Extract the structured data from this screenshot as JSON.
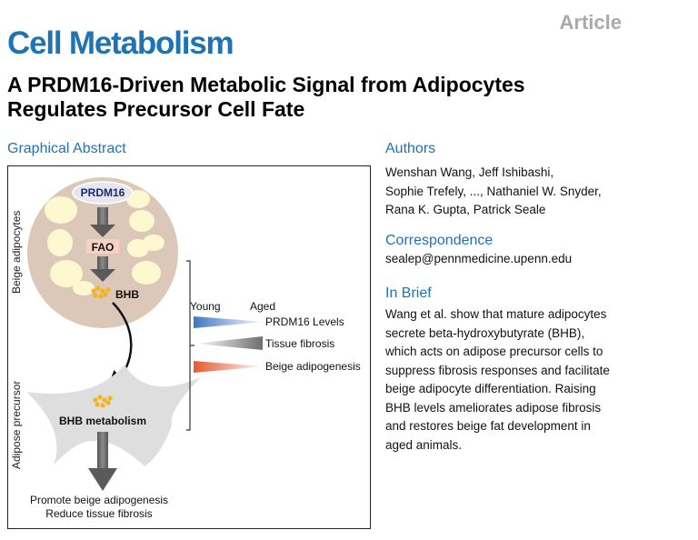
{
  "header": {
    "article_type": "Article",
    "journal": "Cell Metabolism",
    "title_line1": "A PRDM16-Driven Metabolic Signal from Adipocytes",
    "title_line2": "Regulates Precursor Cell Fate"
  },
  "graphical_abstract": {
    "heading": "Graphical Abstract",
    "beige_adipocytes_label": "Beige adipocytes",
    "adipose_precursor_label": "Adipose precursor",
    "prdm16": "PRDM16",
    "fao": "FAO",
    "bhb": "BHB",
    "bhb_metabolism": "BHB metabolism",
    "young": "Young",
    "aged": "Aged",
    "legend": [
      "PRDM16 Levels",
      "Tissue fibrosis",
      "Beige adipogenesis"
    ],
    "outcome_line1": "Promote beige adipogenesis",
    "outcome_line2": "Reduce tissue fibrosis",
    "colors": {
      "cell_body": "#dcc8b9",
      "lipid_droplet": "#fdf8d0",
      "precursor": "#dcdcdc",
      "prdm16_wedge": "#4a7fc4",
      "fibrosis_wedge": "#808080",
      "beige_wedge": "#e8643c",
      "bhb_dots": "#f2b51e",
      "arrow": "#666666"
    }
  },
  "authors": {
    "heading": "Authors",
    "line1": "Wenshan Wang, Jeff Ishibashi,",
    "line2": "Sophie Trefely, ..., Nathaniel W. Snyder,",
    "line3": "Rana K. Gupta, Patrick Seale"
  },
  "correspondence": {
    "heading": "Correspondence",
    "email": "sealep@pennmedicine.upenn.edu"
  },
  "in_brief": {
    "heading": "In Brief",
    "lines": [
      "Wang et al. show that mature adipocytes",
      "secrete beta-hydroxybutyrate (BHB),",
      "which acts on adipose precursor cells to",
      "suppress fibrosis responses and facilitate",
      "beige adipocyte differentiation. Raising",
      "BHB levels ameliorates adipose fibrosis",
      "and restores beige fat development in",
      "aged animals."
    ]
  }
}
